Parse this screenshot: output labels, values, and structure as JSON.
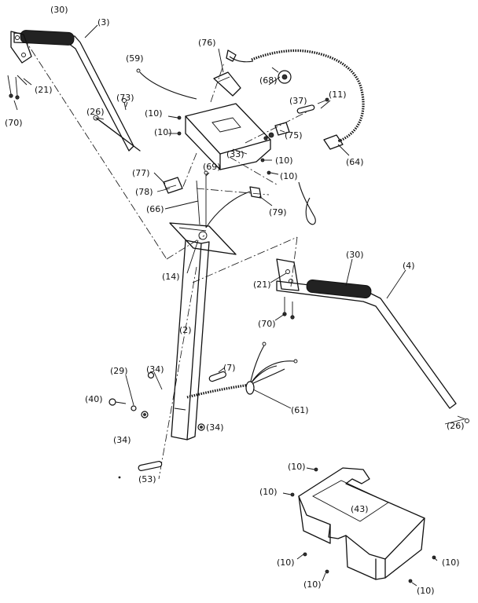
{
  "diagram": {
    "labels": {
      "p30a": "(30)",
      "p3": "(3)",
      "p21a": "(21)",
      "p70a": "(70)",
      "p59": "(59)",
      "p76": "(76)",
      "p68": "(68)",
      "p37": "(37)",
      "p11": "(11)",
      "p73": "(73)",
      "p26a": "(26)",
      "p10a": "(10)",
      "p10b": "(10)",
      "p75": "(75)",
      "p33": "(33)",
      "p10c": "(10)",
      "p10d": "(10)",
      "p64": "(64)",
      "p77": "(77)",
      "p69": "(69)",
      "p78": "(78)",
      "p66": "(66)",
      "p79": "(79)",
      "p14": "(14)",
      "p30b": "(30)",
      "p4": "(4)",
      "p21b": "(21)",
      "p70b": "(70)",
      "p2": "(2)",
      "p29": "(29)",
      "p34a": "(34)",
      "p7": "(7)",
      "p40": "(40)",
      "p61": "(61)",
      "p34b": "(34)",
      "p34c": "(34)",
      "p53": "(53)",
      "p26b": "(26)",
      "p10e": "(10)",
      "p10f": "(10)",
      "p43": "(43)",
      "p10g": "(10)",
      "p10h": "(10)",
      "p10i": "(10)",
      "p10j": "(10)"
    }
  }
}
